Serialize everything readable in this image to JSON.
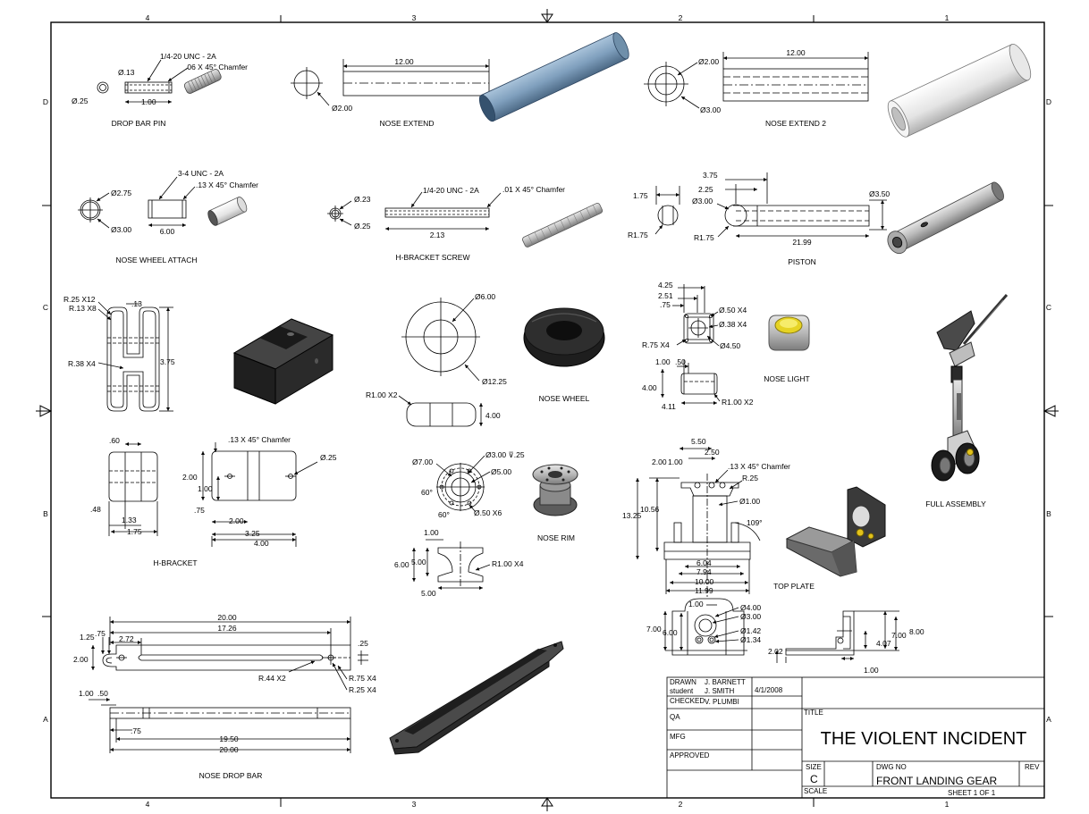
{
  "border": {
    "columns": [
      "4",
      "3",
      "2",
      "1"
    ],
    "rows": [
      "D",
      "C",
      "B",
      "A"
    ]
  },
  "views": {
    "drop_bar_pin": {
      "label": "DROP BAR PIN",
      "notes": [
        "1/4-20 UNC - 2A",
        ".06 X 45° Chamfer"
      ],
      "dims": [
        "Ø.13",
        "Ø.25",
        "1.00"
      ]
    },
    "nose_extend": {
      "label": "NOSE EXTEND",
      "dims": [
        "12.00",
        "Ø2.00"
      ]
    },
    "nose_extend_2": {
      "label": "NOSE EXTEND 2",
      "dims": [
        "12.00",
        "Ø2.00",
        "Ø3.00"
      ]
    },
    "nose_wheel_attach": {
      "label": "NOSE WHEEL ATTACH",
      "notes": [
        "3-4 UNC - 2A",
        ".13 X 45° Chamfer"
      ],
      "dims": [
        "Ø2.75",
        "Ø3.00",
        "6.00"
      ]
    },
    "h_bracket_screw": {
      "label": "H-BRACKET SCREW",
      "notes": [
        "1/4-20 UNC - 2A",
        ".01 X 45° Chamfer"
      ],
      "dims": [
        "Ø.23",
        "Ø.25",
        "2.13"
      ]
    },
    "piston": {
      "label": "PISTON",
      "dims": [
        "1.75",
        "R1.75",
        "3.75",
        "2.25",
        "Ø3.00",
        "R1.75",
        "21.99",
        "Ø3.50"
      ]
    },
    "h_bracket_top": {
      "dims": [
        "R.25 X12",
        "R.13 X8",
        ".13",
        "R.38 X4",
        "3.75"
      ]
    },
    "nose_wheel": {
      "label": "NOSE WHEEL",
      "dims": [
        "Ø6.00",
        "Ø12.25",
        "R1.00 X2",
        "4.00"
      ]
    },
    "nose_light": {
      "label": "NOSE LIGHT",
      "dims": [
        "4.25",
        "2.51",
        ".75",
        "Ø.50 X4",
        "Ø.38 X4",
        "R.75 X4",
        "Ø4.50",
        "1.00",
        ".50",
        "4.00",
        "4.11",
        "R1.00 X2"
      ]
    },
    "h_bracket": {
      "label": "H-BRACKET",
      "notes": [
        ".13 X 45° Chamfer"
      ],
      "dims": [
        ".60",
        ".48",
        "1.33",
        "1.75",
        "2.00",
        "1.00",
        ".75",
        "2.00",
        "3.25",
        "4.00",
        "Ø.25"
      ]
    },
    "nose_rim": {
      "label": "NOSE RIM",
      "dims": [
        "Ø7.00",
        "Ø3.00 ⊽.25",
        "Ø5.00",
        "60°",
        "60°",
        "Ø.50 X6",
        "1.00",
        "6.00",
        "5.00",
        "5.00",
        "R1.00 X4"
      ]
    },
    "top_plate": {
      "label": "TOP PLATE",
      "notes": [
        ".13 X 45° Chamfer"
      ],
      "dims": [
        "5.50",
        "2.50",
        "2.00",
        "1.00",
        "R.25",
        "Ø1.00",
        "109°",
        "10.56",
        "13.25",
        "6.04",
        "7.94",
        "10.00",
        "11.99",
        "1.00",
        "Ø4.00",
        "Ø3.00",
        "Ø1.42",
        "Ø1.34",
        "7.00",
        "6.00",
        "7.00",
        "8.00",
        "4.07",
        "2.02",
        "1.00"
      ]
    },
    "full_assembly": {
      "label": "FULL ASSEMBLY"
    },
    "nose_drop_bar": {
      "label": "NOSE DROP BAR",
      "dims": [
        "20.00",
        "17.26",
        "1.25",
        ".75",
        "2.72",
        "2.00",
        ".25",
        "R.44 X2",
        "R.75 X4",
        "R.25 X4",
        "1.00",
        ".50",
        ".75",
        "19.50",
        "20.00"
      ]
    }
  },
  "title_block": {
    "drawn_label": "DRAWN",
    "drawn_by": "J. BARNETT",
    "student_label": "student",
    "student_name": "J. SMITH",
    "date": "4/1/2008",
    "checked_label": "CHECKED",
    "checked_by": "V. PLUMBI",
    "qa_label": "QA",
    "mfg_label": "MFG",
    "approved_label": "APPROVED",
    "title_label": "TITLE",
    "title": "THE VIOLENT INCIDENT",
    "size_label": "SIZE",
    "size": "C",
    "dwg_no_label": "DWG NO",
    "dwg_no": "FRONT LANDING GEAR",
    "rev_label": "REV",
    "scale_label": "SCALE",
    "sheet": "SHEET 1  OF 1"
  }
}
